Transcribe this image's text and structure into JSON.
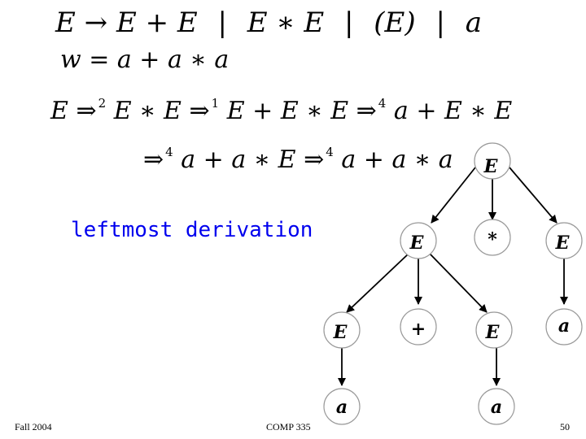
{
  "grammar": {
    "lhs": "E",
    "arrow": "→",
    "alt1": "E + E",
    "bar": "|",
    "alt2": "E ∗ E",
    "alt3": "(E)",
    "alt4": "a"
  },
  "word": "w = a + a ∗ a",
  "derivation": {
    "line1": [
      {
        "text": "E",
        "arrow_label": "2"
      },
      {
        "text": "E ∗ E",
        "arrow_label": "1"
      },
      {
        "text": "E + E ∗ E",
        "arrow_label": "4"
      },
      {
        "text": "a + E ∗ E",
        "arrow_label": ""
      }
    ],
    "line2": [
      {
        "text": "",
        "arrow_label": "4"
      },
      {
        "text": "a + a ∗ E",
        "arrow_label": "4"
      },
      {
        "text": "a + a ∗ a",
        "arrow_label": ""
      }
    ],
    "arrow_symbol": "⇒"
  },
  "caption": "leftmost derivation",
  "tree": {
    "nodes": {
      "root": "E",
      "l1_left": "E",
      "l1_mid": "*",
      "l1_right": "E",
      "l2_a": "E",
      "l2_b": "+",
      "l2_c": "E",
      "l2_d": "a",
      "l3_a": "a",
      "l3_c": "a"
    }
  },
  "footer": {
    "left": "Fall 2004",
    "center": "COMP 335",
    "right": "50"
  },
  "colors": {
    "caption": "#0000ee",
    "ink": "#000000"
  }
}
